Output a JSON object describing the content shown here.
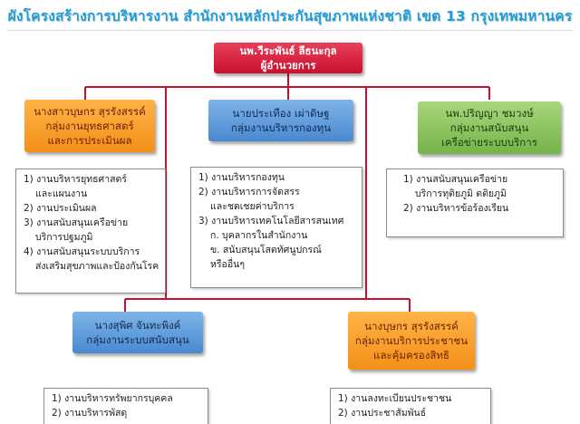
{
  "title": "ผังโครงสร้างการบริหารงาน  สำนักงานหลักประกันสุขภาพแห่งชาติ  เขต  13  กรุงเทพมหานคร",
  "colors": {
    "title": "#1e9dd8",
    "connector": "#c8102e",
    "director": "#c8102e",
    "orange": "#f39019",
    "blue": "#4a89d0",
    "green": "#74b44a"
  },
  "director": {
    "name": "นพ.วีระพันธ์ ลีธนะกุล",
    "position": "ผู้อำนวยการ"
  },
  "groups": {
    "strategy": {
      "lines": [
        "นางสาวบุษกร  สุรรังสรรค์",
        "กลุ่มงานยุทธศาสตร์",
        "และการประเมินผล"
      ],
      "items": [
        "1) งานบริหารยุทธศาสตร์",
        "และแผนงาน",
        "2) งานประเมินผล",
        "3) งานสนับสนุนเครือข่าย",
        "บริการปฐมภูมิ",
        "4) งานสนับสนุนระบบบริการ",
        "ส่งเสริมสุขภาพและป้องกันโรค"
      ]
    },
    "fund": {
      "lines": [
        "นายประเทือง  เผ่าดิษฐ",
        "กลุ่มงานบริหารกองทุน"
      ],
      "items": [
        "1) งานบริหารกองทุน",
        "2) งานบริหารการจัดสรร",
        "และชดเชยค่าบริการ",
        "3) งานบริหารเทคโนโลยีสารสนเทศ",
        "ก. บุคลากรในสำนักงาน",
        "ข. สนับสนุนโสตทัศนูปกรณ์",
        "หรืออื่นๆ"
      ]
    },
    "network": {
      "lines": [
        "นพ.ปริญญา  ชมวงษ์",
        "กลุ่มงานสนับสนุน",
        "เครือข่ายระบบบริการ"
      ],
      "items": [
        "1) งานสนับสนุนเครือข่าย",
        "บริการทุติยภูมิ ตติยภูมิ",
        "2) งานบริหารข้อร้องเรียน"
      ]
    },
    "support": {
      "lines": [
        "นางสุพิศ  จันทะพิงค์",
        "กลุ่มงานระบบสนับสนุน"
      ],
      "items": [
        "1) งานบริหารทรัพยากรบุคคล",
        "2) งานบริหารพัสดุ"
      ]
    },
    "public": {
      "lines": [
        "นางบุษกร  สุรรังสรรค์",
        "กลุ่มงานบริการประชาชน",
        "และคุ้มครองสิทธิ"
      ],
      "items": [
        "1) งานลงทะเบียนประชาชน",
        "2) งานประชาสัมพันธ์"
      ]
    }
  }
}
